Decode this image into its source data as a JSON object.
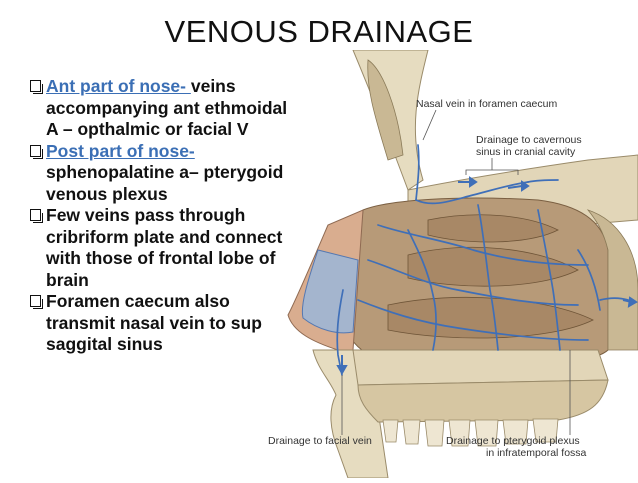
{
  "slide": {
    "title": "VENOUS DRAINAGE",
    "bullets": [
      {
        "highlight": "Ant part of nose- ",
        "text": "veins accompanying ant ethmoidal A – opthalmic or facial V"
      },
      {
        "highlight": "Post part of nose-",
        "text": " sphenopalatine a– pterygoid venous plexus"
      },
      {
        "highlight": "",
        "text": "Few veins pass through cribriform plate and connect with those of frontal lobe of brain"
      },
      {
        "highlight": "",
        "text": "Foramen caecum also transmit nasal vein to sup saggital sinus"
      }
    ]
  },
  "figure": {
    "labels": {
      "nasal_vein": "Nasal vein in foramen caecum",
      "cavernous_1": "Drainage to cavernous",
      "cavernous_2": "sinus in cranial cavity",
      "facial_vein": "Drainage to facial vein",
      "pterygoid_1": "Drainage to pterygoid plexus",
      "pterygoid_2": "in infratemporal fossa"
    },
    "colors": {
      "vein": "#3f6fb8",
      "bone": "#e6dcc0",
      "mucosa": "#b79a78",
      "soft_tissue": "#d9ad8f"
    }
  }
}
